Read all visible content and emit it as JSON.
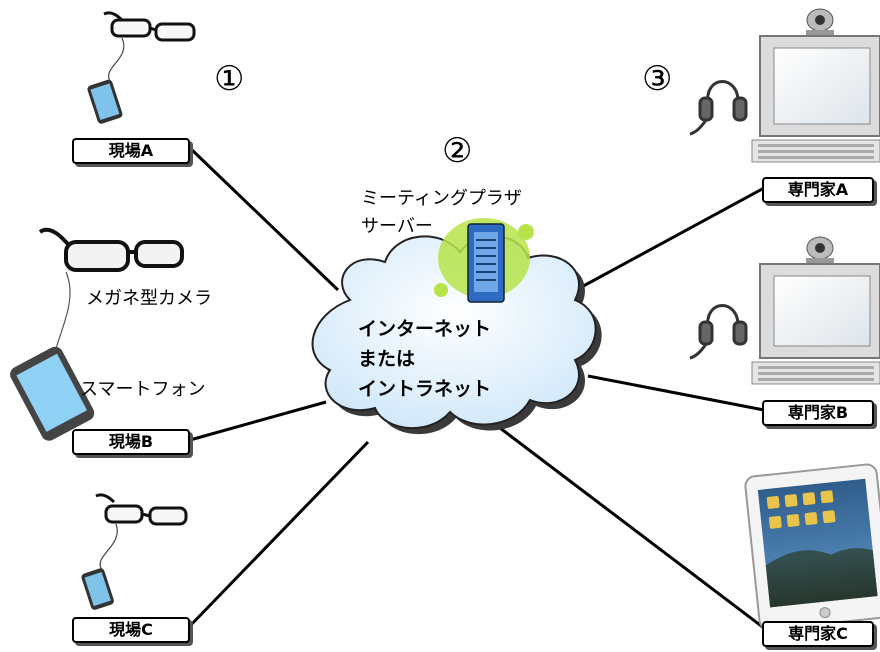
{
  "labels": {
    "step1": "①",
    "step2": "②",
    "step3": "③",
    "server_line1": "ミーティングプラザ",
    "server_line2": "サーバー",
    "cloud_line1": "インターネット",
    "cloud_line2": "または",
    "cloud_line3": "イントラネット",
    "glasses_camera": "メガネ型カメラ",
    "smartphone": "スマートフォン"
  },
  "sites": [
    "現場A",
    "現場B",
    "現場C"
  ],
  "experts": [
    "専門家A",
    "専門家B",
    "専門家C"
  ],
  "colors": {
    "cloud_fill": "#d6ecfb",
    "server_glow": "#9ed92a",
    "server_body": "#3d7fd6",
    "line": "#000000"
  }
}
